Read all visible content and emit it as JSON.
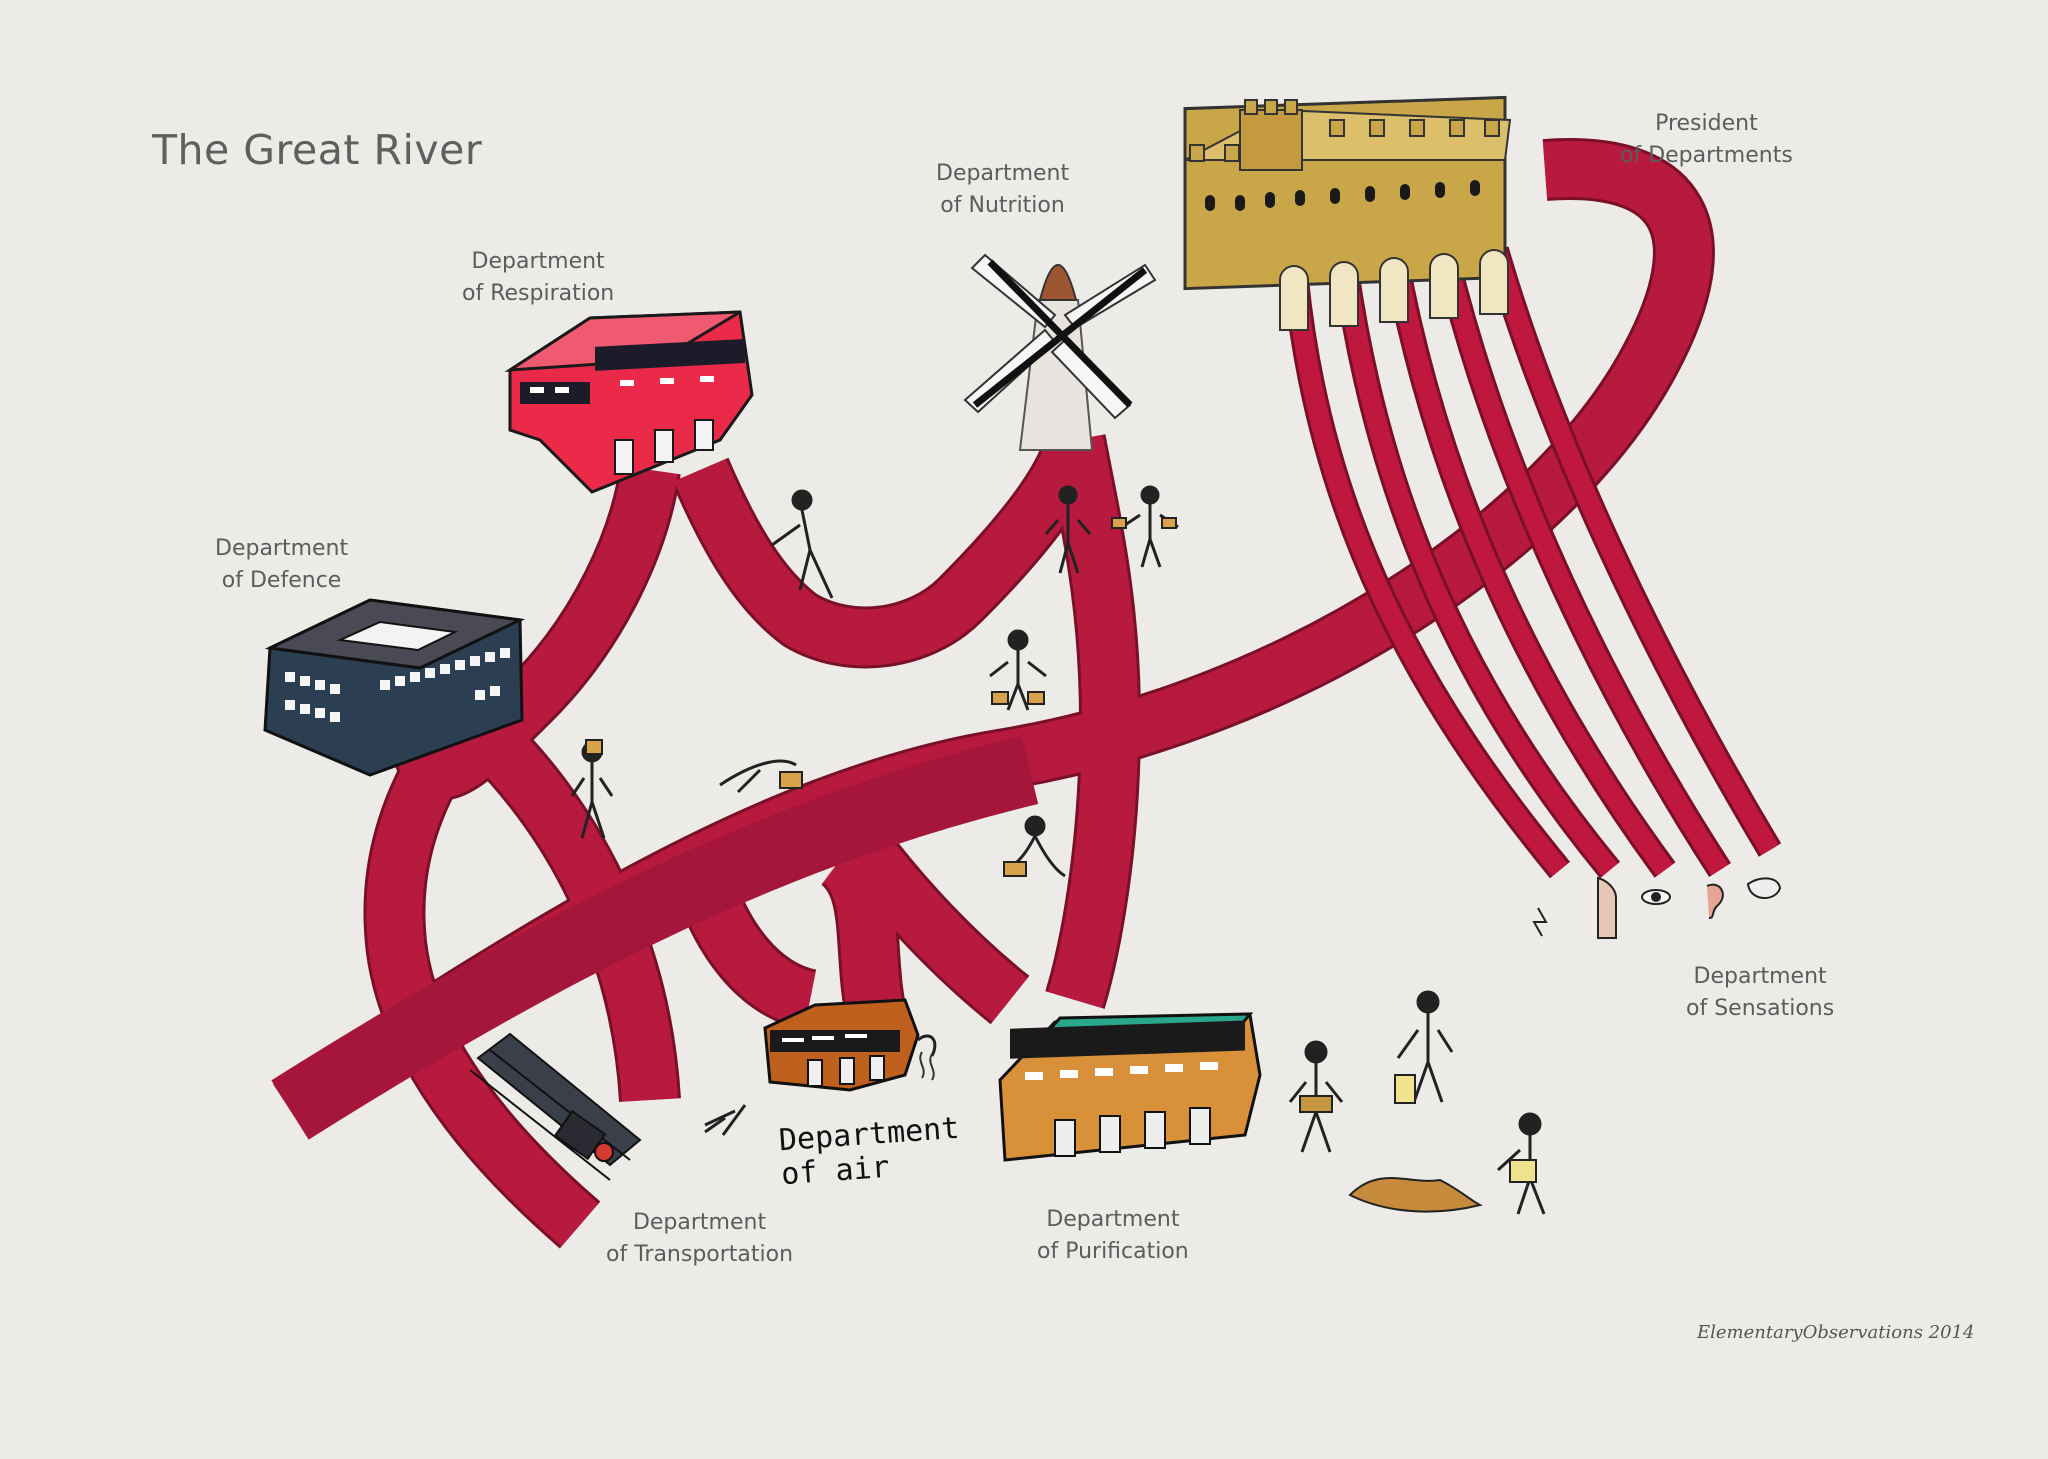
{
  "title": "The Great River",
  "credit": "ElementaryObservations 2014",
  "departments": {
    "respiration": [
      "Department",
      "of Respiration"
    ],
    "nutrition": [
      "Department",
      "of Nutrition"
    ],
    "president": [
      "President",
      "of Departments"
    ],
    "defence": [
      "Department",
      "of Defence"
    ],
    "sensations": [
      "Department",
      "of Sensations"
    ],
    "transportation": [
      "Department",
      "of Transportation"
    ],
    "purification": [
      "Department",
      "of Purification"
    ],
    "air": [
      "Department",
      "of air"
    ]
  },
  "colors": {
    "river": "#b81a3f",
    "river_edge": "#7a0f28",
    "paper": "#ecebe8",
    "respiration_building": "#ea2a48",
    "defence_building": "#2b3e52",
    "president_castle": "#c9a648",
    "air_building": "#c0601f",
    "purification_building": "#d89139",
    "purification_roof": "#29a78a"
  },
  "icons": {
    "respiration": "red-factory-icon",
    "nutrition": "windmill-icon",
    "president": "castle-icon",
    "defence": "office-building-icon",
    "air": "furnace-building-icon",
    "purification": "factory-teal-roof-icon",
    "sensations": "sense-organs-icon",
    "transportation": "train-icon"
  }
}
